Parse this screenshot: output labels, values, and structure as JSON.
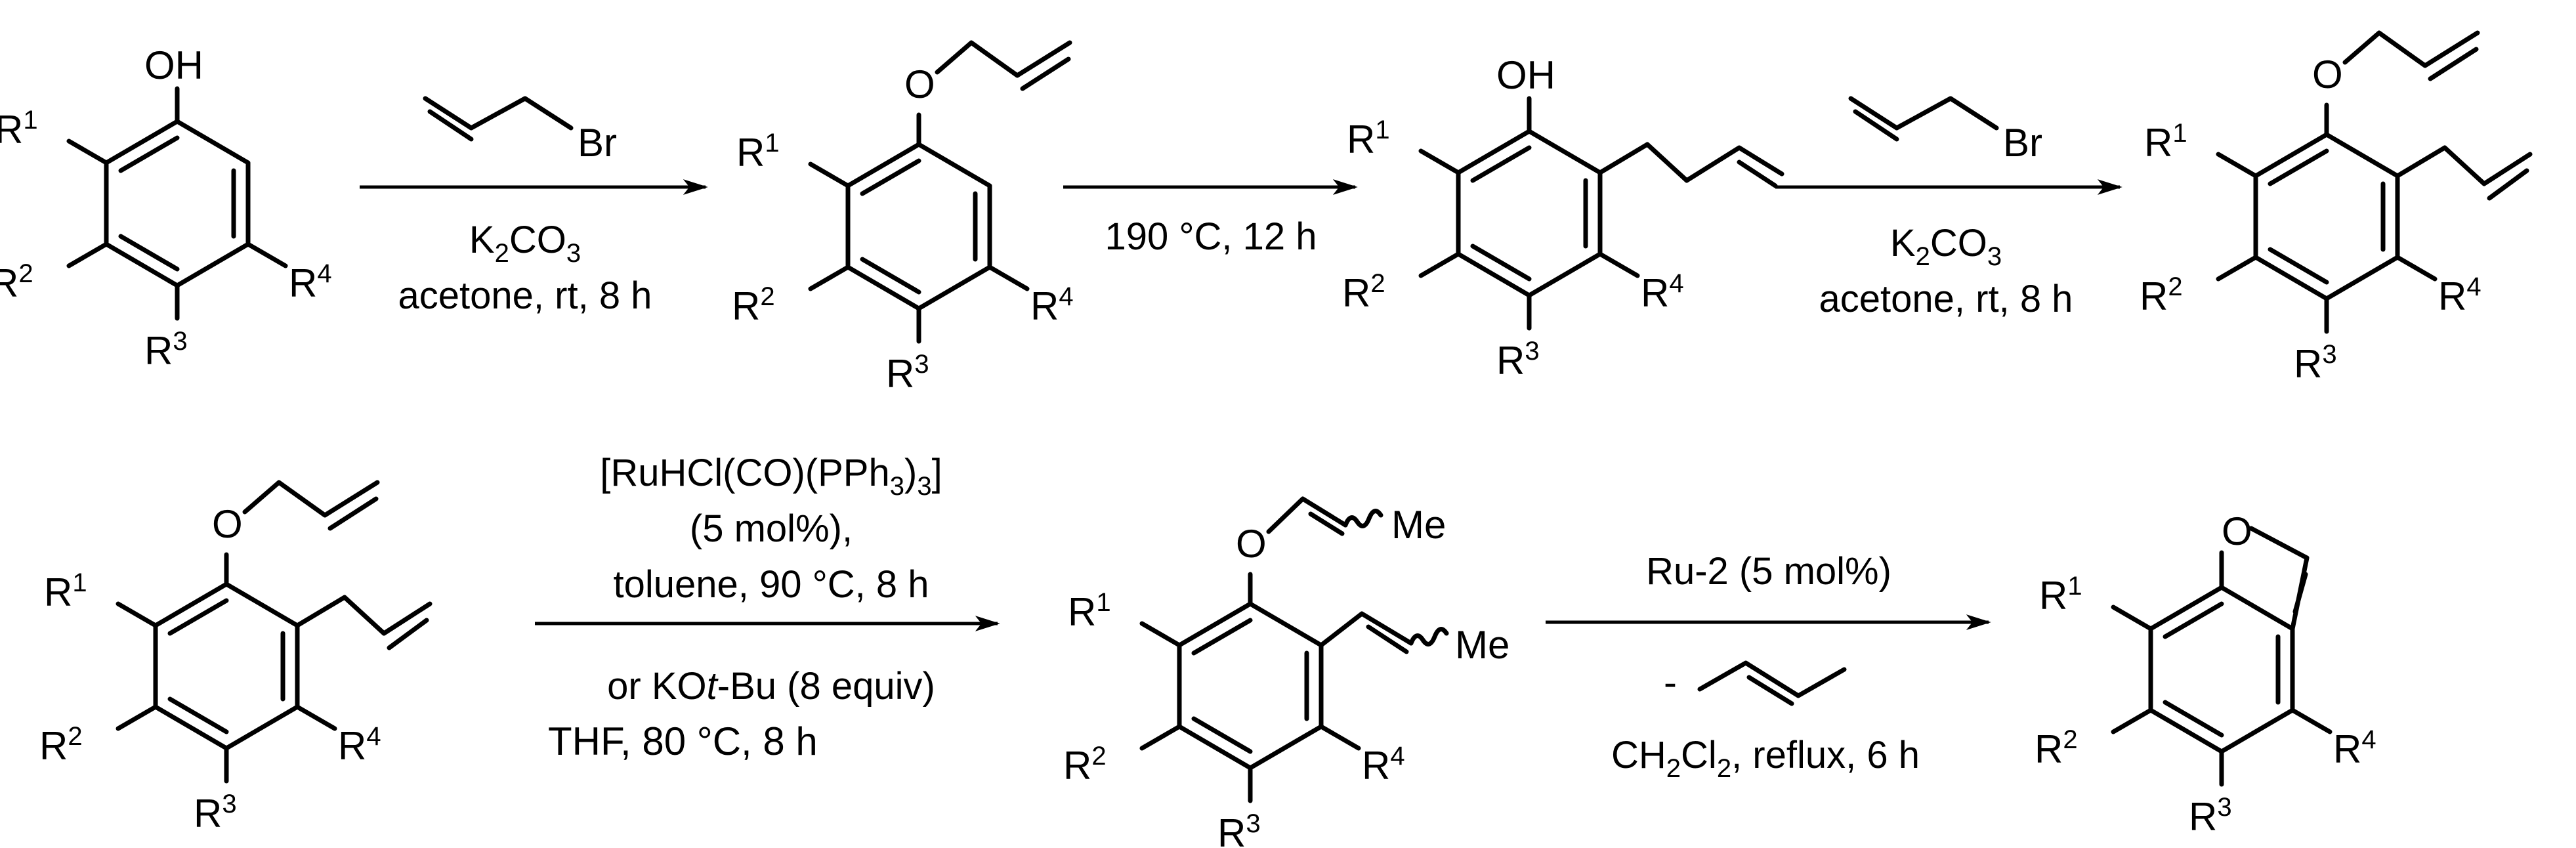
{
  "atoms": {
    "oh": "OH",
    "o": "O",
    "br": "Br",
    "me": "Me",
    "r": "R",
    "n1": "1",
    "n2": "2",
    "n3": "3",
    "n4": "4"
  },
  "steps": {
    "s1": {
      "line1": "K",
      "line1_sub": "2",
      "line1_rest": "CO",
      "line1_sub2": "3",
      "line2": "acetone, rt, 8 h"
    },
    "s2": {
      "line1": "190 °C, 12 h"
    },
    "s3": {
      "line1": "K",
      "line1_sub": "2",
      "line1_rest": "CO",
      "line1_sub2": "3",
      "line2": "acetone, rt, 8 h"
    },
    "s4": {
      "cat_a": "[RuHCl(CO)(PPh",
      "cat_sub": "3",
      "cat_b": ")",
      "cat_sub2": "3",
      "cat_c": "]",
      "load": "(5 mol%),",
      "cond": "toluene, 90 °C, 8 h",
      "alt_a": "or KO",
      "alt_it": "t",
      "alt_b": "-Bu (8 equiv)",
      "alt_cond": "THF, 80 °C, 8 h"
    },
    "s5": {
      "cat": "Ru-2 (5 mol%)",
      "minus": "-",
      "solv_a": "CH",
      "solv_sub": "2",
      "solv_b": "Cl",
      "solv_sub2": "2",
      "solv_c": ", reflux, 6 h"
    }
  }
}
